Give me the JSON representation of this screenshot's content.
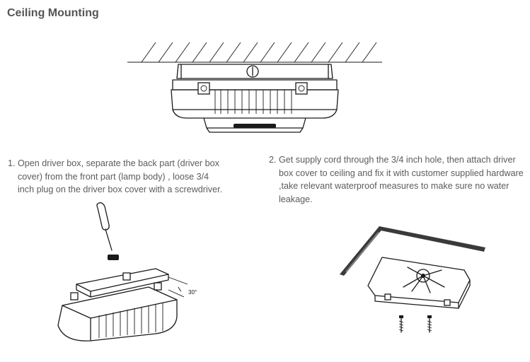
{
  "title": "Ceiling Mounting",
  "steps": [
    {
      "number": "1.",
      "text": "Open driver box, separate the back part (driver box cover) from the front part (lamp body) , loose 3/4 inch plug on the driver box cover with a screwdriver."
    },
    {
      "number": "2.",
      "text": "Get supply cord through the 3/4 inch hole, then attach driver box cover to ceiling and fix it with customer supplied hardware ,take relevant waterproof measures to make sure no water leakage."
    }
  ],
  "figure_labels": {
    "angle": "30°"
  }
}
